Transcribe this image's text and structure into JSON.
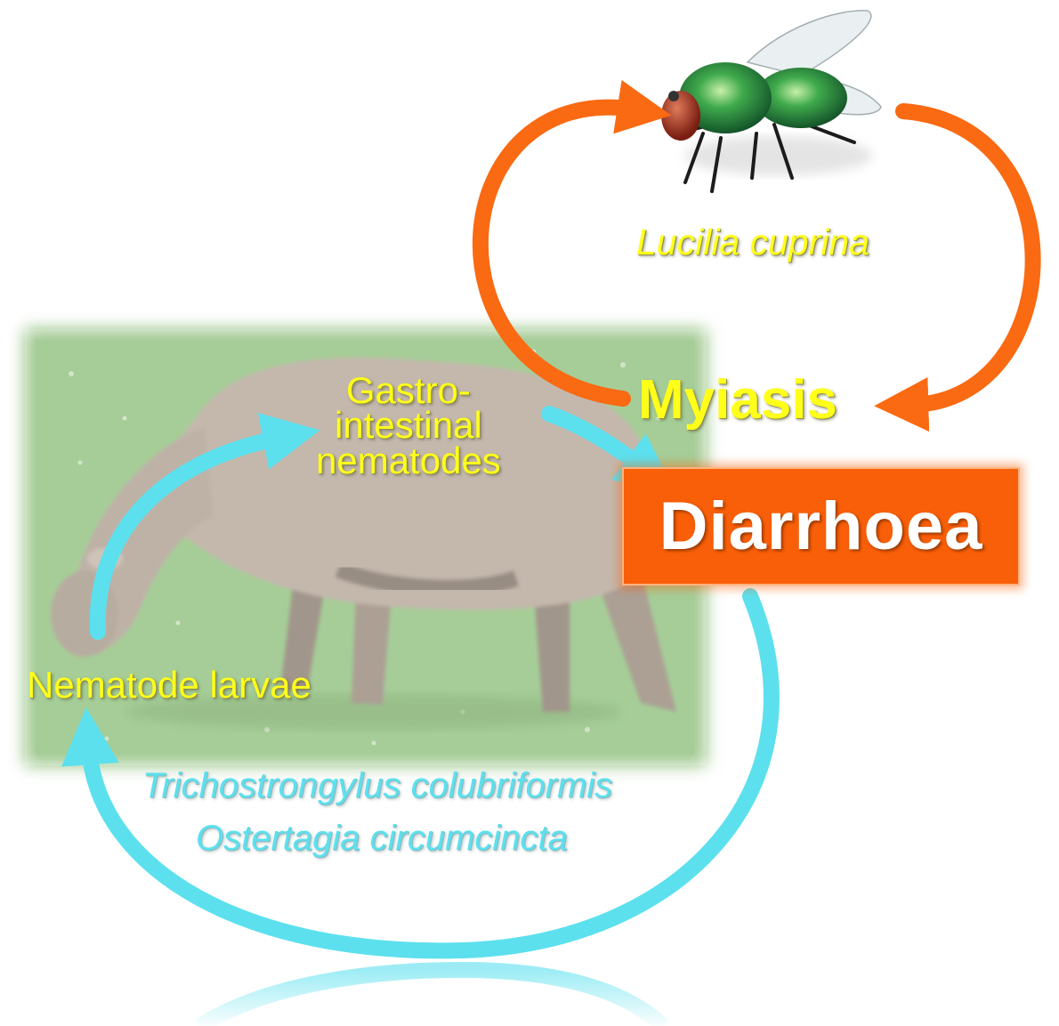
{
  "labels": {
    "fly_species": "Lucilia  cuprina",
    "myiasis": "Myiasis",
    "gi_line1": "Gastro-",
    "gi_line2": "intestinal",
    "gi_line3": "nematodes",
    "diarrhoea": "Diarrhoea",
    "larvae": "Nematode larvae",
    "nematode_species_1": "Trichostrongylus colubriformis",
    "nematode_species_2": "Ostertagia circumcincta"
  },
  "colors": {
    "orange_cycle": "#f96a13",
    "cyan_cycle": "#5ce0ee",
    "label_yellow": "#ffff1a",
    "diarrhoea_box": "#f95f08",
    "grass": "#8fbf7c",
    "sheep_wool": "#b7a99b"
  },
  "images": {
    "fly": "green-bottle-fly-illustration",
    "sheep": "grazing-sheep-photo"
  }
}
